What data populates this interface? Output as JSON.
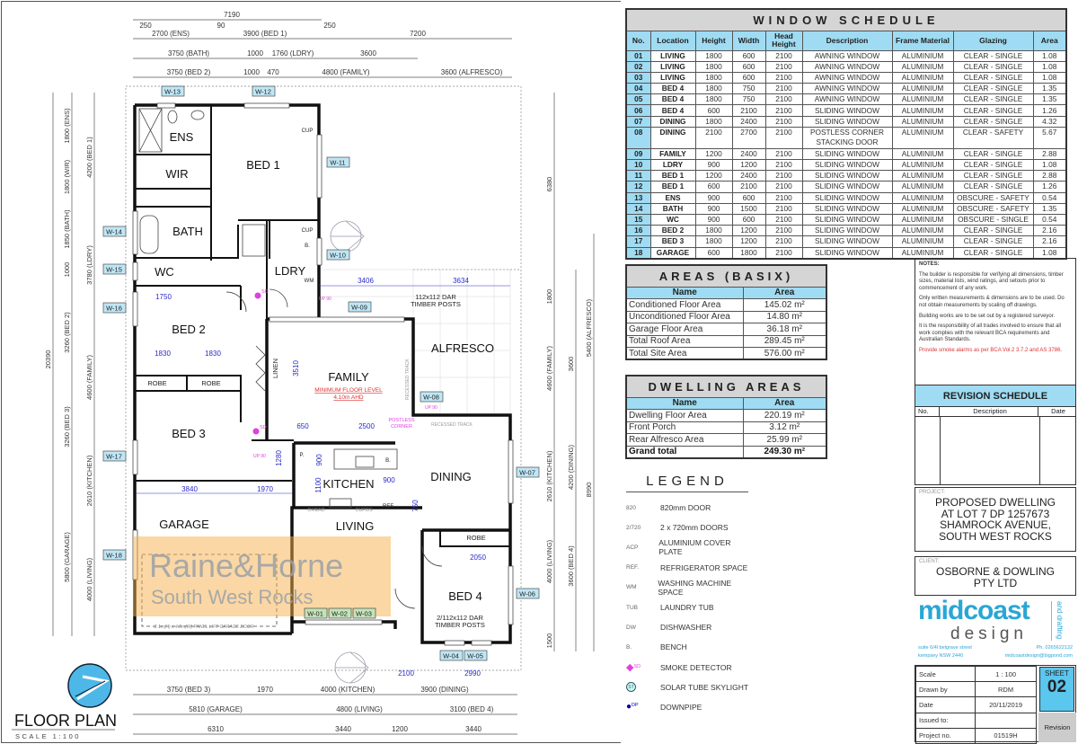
{
  "window_schedule": {
    "title": "WINDOW SCHEDULE",
    "headers": [
      "No.",
      "Location",
      "Height",
      "Width",
      "Head Height",
      "Description",
      "Frame Material",
      "Glazing",
      "Area"
    ],
    "rows": [
      [
        "01",
        "LIVING",
        "1800",
        "600",
        "2100",
        "AWNING WINDOW",
        "ALUMINIUM",
        "CLEAR - SINGLE",
        "1.08"
      ],
      [
        "02",
        "LIVING",
        "1800",
        "600",
        "2100",
        "AWNING WINDOW",
        "ALUMINIUM",
        "CLEAR - SINGLE",
        "1.08"
      ],
      [
        "03",
        "LIVING",
        "1800",
        "600",
        "2100",
        "AWNING WINDOW",
        "ALUMINIUM",
        "CLEAR - SINGLE",
        "1.08"
      ],
      [
        "04",
        "BED 4",
        "1800",
        "750",
        "2100",
        "AWNING WINDOW",
        "ALUMINIUM",
        "CLEAR - SINGLE",
        "1.35"
      ],
      [
        "05",
        "BED 4",
        "1800",
        "750",
        "2100",
        "AWNING WINDOW",
        "ALUMINIUM",
        "CLEAR - SINGLE",
        "1.35"
      ],
      [
        "06",
        "BED 4",
        "600",
        "2100",
        "2100",
        "SLIDING WINDOW",
        "ALUMINIUM",
        "CLEAR - SINGLE",
        "1.26"
      ],
      [
        "07",
        "DINING",
        "1800",
        "2400",
        "2100",
        "SLIDING WINDOW",
        "ALUMINIUM",
        "CLEAR - SINGLE",
        "4.32"
      ],
      [
        "08",
        "DINING",
        "2100",
        "2700",
        "2100",
        "POSTLESS CORNER STACKING DOOR",
        "ALUMINIUM",
        "CLEAR - SAFETY",
        "5.67"
      ],
      [
        "09",
        "FAMILY",
        "1200",
        "2400",
        "2100",
        "SLIDING WINDOW",
        "ALUMINIUM",
        "CLEAR - SINGLE",
        "2.88"
      ],
      [
        "10",
        "LDRY",
        "900",
        "1200",
        "2100",
        "SLIDING WINDOW",
        "ALUMINIUM",
        "CLEAR - SINGLE",
        "1.08"
      ],
      [
        "11",
        "BED 1",
        "1200",
        "2400",
        "2100",
        "SLIDING WINDOW",
        "ALUMINIUM",
        "CLEAR - SINGLE",
        "2.88"
      ],
      [
        "12",
        "BED 1",
        "600",
        "2100",
        "2100",
        "SLIDING WINDOW",
        "ALUMINIUM",
        "CLEAR - SINGLE",
        "1.26"
      ],
      [
        "13",
        "ENS",
        "900",
        "600",
        "2100",
        "SLIDING WINDOW",
        "ALUMINIUM",
        "OBSCURE - SAFETY",
        "0.54"
      ],
      [
        "14",
        "BATH",
        "900",
        "1500",
        "2100",
        "SLIDING WINDOW",
        "ALUMINIUM",
        "OBSCURE - SAFETY",
        "1.35"
      ],
      [
        "15",
        "WC",
        "900",
        "600",
        "2100",
        "SLIDING WINDOW",
        "ALUMINIUM",
        "OBSCURE - SINGLE",
        "0.54"
      ],
      [
        "16",
        "BED 2",
        "1800",
        "1200",
        "2100",
        "SLIDING WINDOW",
        "ALUMINIUM",
        "CLEAR - SINGLE",
        "2.16"
      ],
      [
        "17",
        "BED 3",
        "1800",
        "1200",
        "2100",
        "SLIDING WINDOW",
        "ALUMINIUM",
        "CLEAR - SINGLE",
        "2.16"
      ],
      [
        "18",
        "GARAGE",
        "600",
        "1800",
        "2100",
        "SLIDING WINDOW",
        "ALUMINIUM",
        "CLEAR - SINGLE",
        "1.08"
      ]
    ]
  },
  "areas_basix": {
    "title": "AREAS (BASIX)",
    "headers": [
      "Name",
      "Area"
    ],
    "rows": [
      [
        "Conditioned Floor Area",
        "145.02 m²"
      ],
      [
        "Unconditioned Floor Area",
        "14.80 m²"
      ],
      [
        "Garage Floor Area",
        "36.18 m²"
      ],
      [
        "Total Roof Area",
        "289.45 m²"
      ],
      [
        "Total Site Area",
        "576.00 m²"
      ]
    ]
  },
  "dwelling_areas": {
    "title": "DWELLING AREAS",
    "headers": [
      "Name",
      "Area"
    ],
    "rows": [
      [
        "Dwelling Floor Area",
        "220.19 m²"
      ],
      [
        "Front Porch",
        "3.12 m²"
      ],
      [
        "Rear Alfresco Area",
        "25.99 m²"
      ]
    ],
    "total": [
      "Grand total",
      "249.30 m²"
    ]
  },
  "legend": {
    "title": "LEGEND",
    "items": [
      {
        "code": "820",
        "label": "820mm DOOR"
      },
      {
        "code": "2/720",
        "label": "2 x 720mm DOORS"
      },
      {
        "code": "ACP",
        "label": "ALUMINIUM COVER PLATE"
      },
      {
        "code": "REF.",
        "label": "REFRIGERATOR SPACE"
      },
      {
        "code": "WM",
        "label": "WASHING MACHINE SPACE"
      },
      {
        "code": "TUB",
        "label": "LAUNDRY TUB"
      },
      {
        "code": "DW",
        "label": "DISHWASHER"
      },
      {
        "code": "B.",
        "label": "BENCH"
      },
      {
        "code": "SD",
        "label": "SMOKE DETECTOR"
      },
      {
        "code": "ST",
        "label": "SOLAR TUBE SKYLIGHT"
      },
      {
        "code": "DP",
        "label": "DOWNPIPE"
      }
    ]
  },
  "notes": {
    "title": "NOTES:",
    "items": [
      "The builder is responsible for verifying all dimensions, timber sizes, material lists, wind ratings, and setouts prior to commencement of any work.",
      "Only written measurements & dimensions are to be used. Do not obtain measurements by scaling off drawings.",
      "Building works are to be set out by a registered surveyor.",
      "It is the responsibility of all trades involved to ensure that all work complies with the relevant BCA requirements and Australian Standards."
    ],
    "warning": "Provide smoke alarms as per BCA Vol.2 3.7.2 and AS 3786."
  },
  "revision_schedule": {
    "title": "REVISION SCHEDULE",
    "headers": [
      "No.",
      "Description",
      "Date"
    ]
  },
  "project": {
    "label": "PROJECT:",
    "lines": [
      "PROPOSED DWELLING",
      "AT LOT 7 DP 1257673",
      "SHAMROCK AVENUE,",
      "SOUTH WEST ROCKS"
    ]
  },
  "client": {
    "label": "CLIENT:",
    "lines": [
      "OSBORNE & DOWLING",
      "PTY LTD"
    ]
  },
  "company": {
    "name_top": "midcoast",
    "name_bottom": "design",
    "side": "and drafting",
    "address1": "suite 6/4l belgrave street",
    "address2": "kempsey NSW 2440",
    "phone": "Ph. 0265622132",
    "email": "midcoastdesign@bigpond.com",
    "color": "#2aa6d6"
  },
  "title_block": {
    "rows": [
      [
        "Scale",
        "1 : 100"
      ],
      [
        "Drawn by",
        "RDM"
      ],
      [
        "Date",
        "20/11/2019"
      ],
      [
        "Issued to:",
        ""
      ],
      [
        "Project no.",
        "01519H"
      ]
    ],
    "sheet_label": "SHEET",
    "sheet": "02",
    "revision_label": "Revision"
  },
  "plan": {
    "title": "FLOOR PLAN",
    "scale": "SCALE 1:100",
    "rooms": {
      "ens": "ENS",
      "wir": "WIR",
      "bed1": "BED 1",
      "bath": "BATH",
      "wc": "WC",
      "ldry": "LDRY",
      "bed2": "BED 2",
      "robe": "ROBE",
      "bed3": "BED 3",
      "family": "FAMILY",
      "alfresco": "ALFRESCO",
      "kitchen": "KITCHEN",
      "dining": "DINING",
      "garage": "GARAGE",
      "living": "LIVING",
      "bed4": "BED 4",
      "linen": "LINEN"
    },
    "notes": {
      "floor_level": "MINIMUM FLOOR LEVEL",
      "ahd": "4.10m AHD",
      "posts1": "112x112 DAR",
      "posts1b": "TIMBER POSTS",
      "posts2": "2/112x112 DAR",
      "posts2b": "TIMBER POSTS",
      "garage_door": "2.1m(H) x 4.8m(W) PANEL LIFT GARAGE DOOR",
      "recessed": "RECESSED TRACK",
      "postless": "POSTLESS",
      "corner": "CORNER",
      "cup": "CUP",
      "b": "B.",
      "wm": "WM",
      "p": "P.",
      "ref": "REF",
      "ohead": "OHEAD",
      "cupds": "CUPDS",
      "sd": "SD",
      "up": "UP 90"
    },
    "windows": [
      "W-01",
      "W-02",
      "W-03",
      "W-04",
      "W-05",
      "W-06",
      "W-07",
      "W-08",
      "W-09",
      "W-10",
      "W-11",
      "W-12",
      "W-13",
      "W-14",
      "W-15",
      "W-16",
      "W-17",
      "W-18"
    ],
    "dims_top": [
      "7190",
      "2700 (ENS)",
      "3900 (BED 1)",
      "7200",
      "3750 (BATH)",
      "1000",
      "1760 (LDRY)",
      "3600",
      "3750 (BED 2)",
      "1000",
      "470",
      "4800 (FAMILY)",
      "3600 (ALFRESCO)",
      "250",
      "90",
      "250"
    ],
    "dims_bottom": [
      "3750 (BED 3)",
      "1970",
      "4000 (KITCHEN)",
      "3900 (DINING)",
      "5810 (GARAGE)",
      "4800 (LIVING)",
      "3100 (BED 4)",
      "6310",
      "3440",
      "1200",
      "3440",
      "2100",
      "2990"
    ],
    "dims_left": [
      "20390",
      "1800 (ENS)",
      "1800 (WIR)",
      "1850 (BATH)",
      "1000",
      "3260 (BED 2)",
      "3260 (BED 3)",
      "5800 (GARAGE)",
      "4200 (BED 1)",
      "3780 (LDRY)",
      "4600 (FAMILY)",
      "2610 (KITCHEN)",
      "4000 (LIVING)"
    ],
    "dims_right": [
      "6380",
      "1800",
      "4600 (FAMILY)",
      "2610 (KITCHEN)",
      "4000 (LIVING)",
      "1500",
      "3600",
      "4200 (DINING)",
      "3600 (BED 4)",
      "5400 (ALFRESCO)",
      "8990"
    ],
    "dims_inner": [
      "3406",
      "3634",
      "1750",
      "1830",
      "1830",
      "3840",
      "1970",
      "2500",
      "650",
      "900",
      "2050",
      "3510",
      "1280",
      "1100",
      "900",
      "750"
    ]
  },
  "watermark": {
    "line1": "Raine&Horne",
    "line2": "South West Rocks",
    "color": "#f5b04a"
  }
}
